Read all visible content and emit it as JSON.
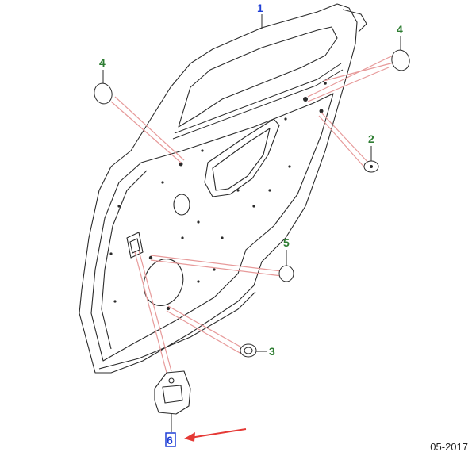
{
  "callouts": {
    "door_panel": "1",
    "plug_right_small": "2",
    "grommet": "3",
    "plug_left": "4",
    "plug_right": "4",
    "plug_center": "5",
    "clip": "6"
  },
  "footer": {
    "date": "05-2017"
  },
  "colors": {
    "outline": "#2b2b2b",
    "leader": "#e79a9a",
    "callout_blue": "#1f3fd6",
    "callout_green": "#2e7d32",
    "highlight_box": "#1f3fd6",
    "arrow": "#e53935"
  }
}
